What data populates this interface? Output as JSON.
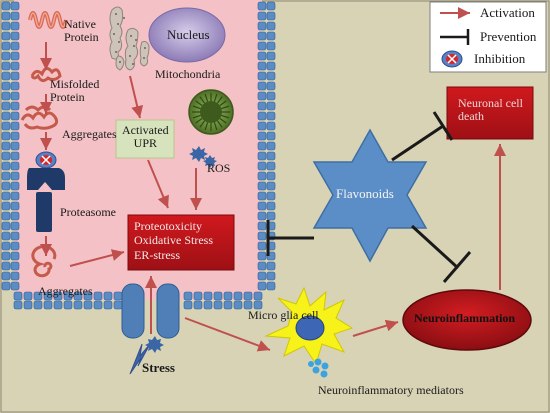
{
  "legend": {
    "activation": "Activation",
    "prevention": "Prevention",
    "inhibition": "Inhibition"
  },
  "cell": {
    "native_protein": "Native\nProtein",
    "misfolded_protein": "Misfolded\nProtein",
    "aggregates_top": "Aggregates",
    "proteasome": "Proteasome",
    "aggregates_bottom": "Aggregates",
    "nucleus": "Nucleus",
    "mitochondria": "Mitochondria",
    "activated_upr": "Activated\nUPR",
    "ros": "ROS",
    "stress_box": "Proteotoxicity\nOxidative Stress\nER-stress",
    "stress": "Stress"
  },
  "right": {
    "flavonoids": "Flavonoids",
    "neuronal_death": "Neuronal cell\ndeath",
    "neuroinflammation": "Neuroinflammation",
    "microglia": "Micro glia cell",
    "mediators": "Neuroinflammatory mediators"
  },
  "colors": {
    "background": "#d8d3b5",
    "cell_fill": "#f4c2c6",
    "membrane": "#4f7fb6",
    "arrow": "#c0504d",
    "dark_red": "#b5161b",
    "flavonoid": "#5b8ec7"
  }
}
